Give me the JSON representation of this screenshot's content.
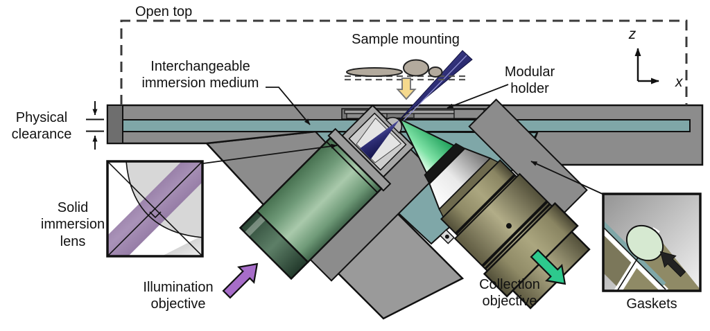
{
  "figure": {
    "labels": {
      "open_top": "Open top",
      "sample_mounting": "Sample mounting",
      "immersion_medium": "Interchangeable\nimmersion medium",
      "modular_holder": "Modular\nholder",
      "physical_clearance": "Physical\nclearance",
      "solid_immersion_lens": "Solid\nimmersion\nlens",
      "illumination_objective": "Illumination\nobjective",
      "collection_objective": "Collection\nobjective",
      "gaskets": "Gaskets"
    },
    "axis": {
      "vertical": "z",
      "horizontal": "x"
    },
    "colors": {
      "chamber_gray": "#8c8c8c",
      "chamber_gray_dark": "#6e6e6e",
      "immersion_teal": "#7fa7a8",
      "illumination_green": "#6f9a78",
      "collection_olive": "#8f8a66",
      "collection_olive_dark": "#6e6a4e",
      "beam_navy": "#2d2d74",
      "sil_beam_purple": "#7c5090",
      "collection_cone_green": "#35c06b",
      "arrow_purple": "#a76dc9",
      "arrow_green": "#2dc98d",
      "arrow_yellow": "#f5d98d",
      "gasket_green": "#d6e9d1",
      "sample_tan": "#b3aa9d"
    }
  }
}
